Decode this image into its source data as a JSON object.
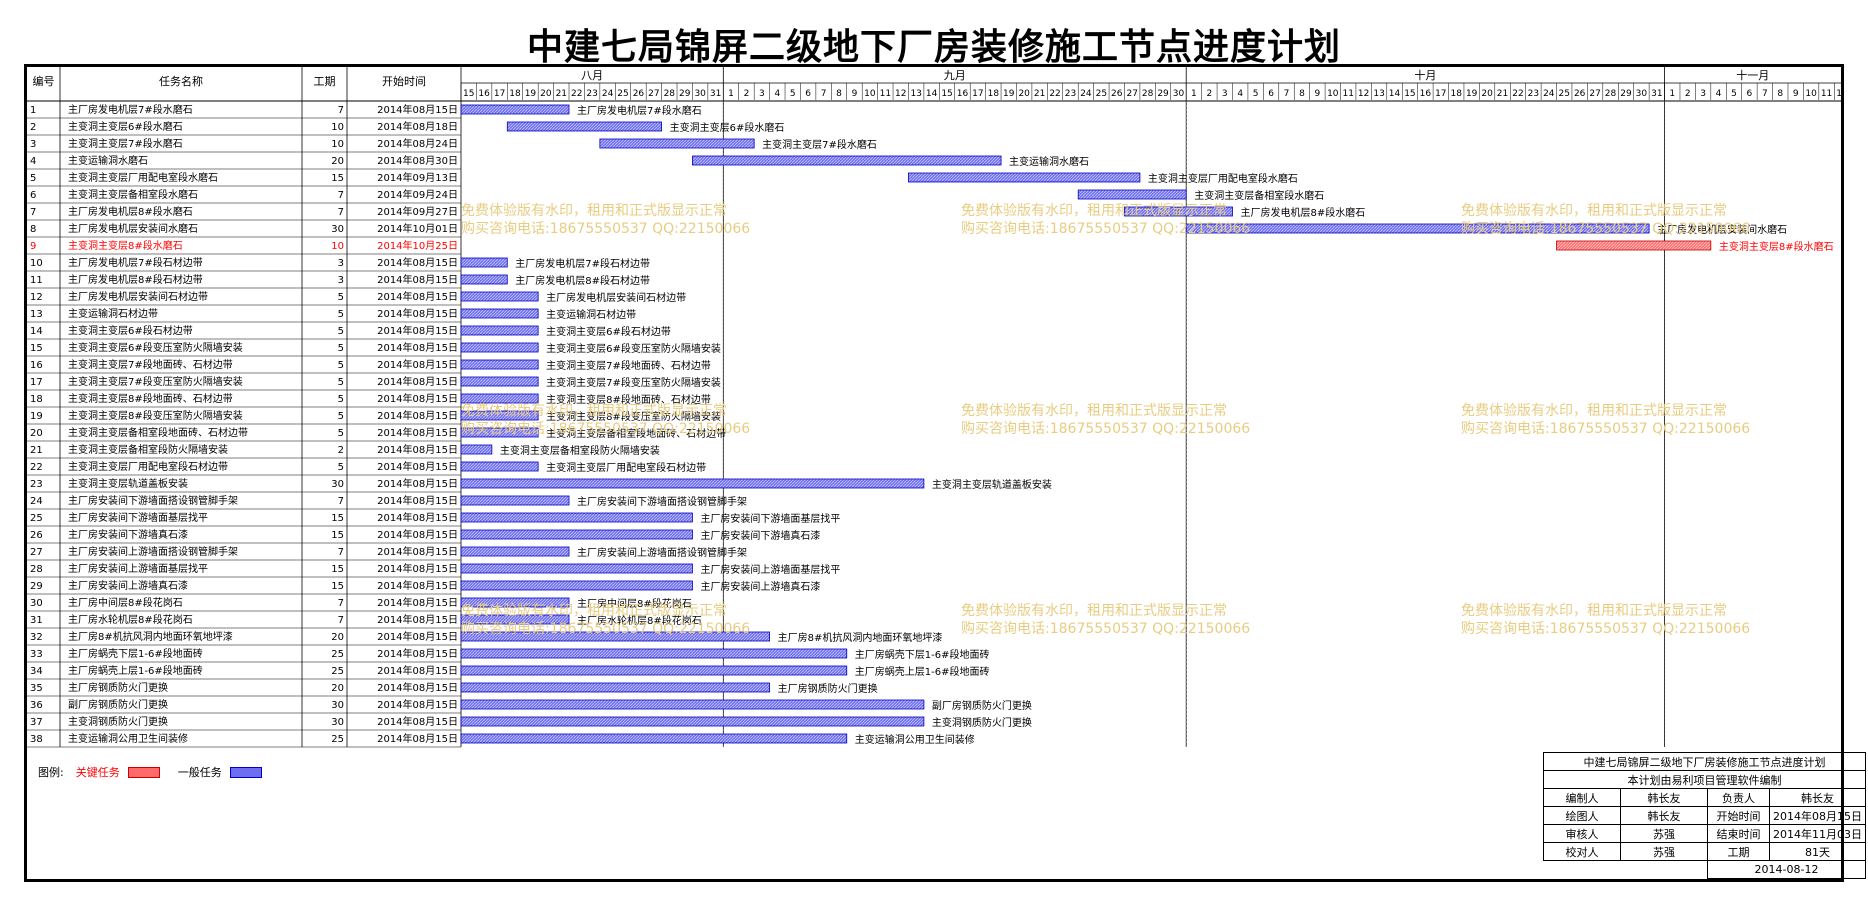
{
  "title": "中建七局锦屏二级地下厂房装修施工节点进度计划",
  "columns": {
    "num": "编号",
    "name": "任务名称",
    "dur": "工期",
    "start": "开始时间"
  },
  "months": [
    "八月",
    "九月",
    "十月",
    "十一月"
  ],
  "colors": {
    "critical": "#ff6b6b",
    "critical_text": "#ff0000",
    "normal": "#6e6ef0",
    "watermark": "#e8cc80"
  },
  "chart_data": {
    "type": "gantt",
    "timeline_start": "2014-08-15",
    "timeline_end": "2014-11-13",
    "tasks": [
      {
        "id": "1",
        "name": "主厂房发电机层7#段水磨石",
        "dur": 7,
        "start": "2014年08月15日",
        "date": "2014-08-15",
        "critical": false
      },
      {
        "id": "2",
        "name": "主变洞主变层6#段水磨石",
        "dur": 10,
        "start": "2014年08月18日",
        "date": "2014-08-18",
        "critical": false
      },
      {
        "id": "3",
        "name": "主变洞主变层7#段水磨石",
        "dur": 10,
        "start": "2014年08月24日",
        "date": "2014-08-24",
        "critical": false
      },
      {
        "id": "4",
        "name": "主变运输洞水磨石",
        "dur": 20,
        "start": "2014年08月30日",
        "date": "2014-08-30",
        "critical": false
      },
      {
        "id": "5",
        "name": "主变洞主变层厂用配电室段水磨石",
        "dur": 15,
        "start": "2014年09月13日",
        "date": "2014-09-13",
        "critical": false
      },
      {
        "id": "6",
        "name": "主变洞主变层备相室段水磨石",
        "dur": 7,
        "start": "2014年09月24日",
        "date": "2014-09-24",
        "critical": false
      },
      {
        "id": "7",
        "name": "主厂房发电机层8#段水磨石",
        "dur": 7,
        "start": "2014年09月27日",
        "date": "2014-09-27",
        "critical": false
      },
      {
        "id": "8",
        "name": "主厂房发电机层安装间水磨石",
        "dur": 30,
        "start": "2014年10月01日",
        "date": "2014-10-01",
        "critical": false
      },
      {
        "id": "9",
        "name": "主变洞主变层8#段水磨石",
        "dur": 10,
        "start": "2014年10月25日",
        "date": "2014-10-25",
        "critical": true
      },
      {
        "id": "10",
        "name": "主厂房发电机层7#段石材边带",
        "dur": 3,
        "start": "2014年08月15日",
        "date": "2014-08-15",
        "critical": false
      },
      {
        "id": "11",
        "name": "主厂房发电机层8#段石材边带",
        "dur": 3,
        "start": "2014年08月15日",
        "date": "2014-08-15",
        "critical": false
      },
      {
        "id": "12",
        "name": "主厂房发电机层安装间石材边带",
        "dur": 5,
        "start": "2014年08月15日",
        "date": "2014-08-15",
        "critical": false
      },
      {
        "id": "13",
        "name": "主变运输洞石材边带",
        "dur": 5,
        "start": "2014年08月15日",
        "date": "2014-08-15",
        "critical": false
      },
      {
        "id": "14",
        "name": "主变洞主变层6#段石材边带",
        "dur": 5,
        "start": "2014年08月15日",
        "date": "2014-08-15",
        "critical": false
      },
      {
        "id": "15",
        "name": "主变洞主变层6#段变压室防火隔墙安装",
        "dur": 5,
        "start": "2014年08月15日",
        "date": "2014-08-15",
        "critical": false
      },
      {
        "id": "16",
        "name": "主变洞主变层7#段地面砖、石材边带",
        "dur": 5,
        "start": "2014年08月15日",
        "date": "2014-08-15",
        "critical": false
      },
      {
        "id": "17",
        "name": "主变洞主变层7#段变压室防火隔墙安装",
        "dur": 5,
        "start": "2014年08月15日",
        "date": "2014-08-15",
        "critical": false
      },
      {
        "id": "18",
        "name": "主变洞主变层8#段地面砖、石材边带",
        "dur": 5,
        "start": "2014年08月15日",
        "date": "2014-08-15",
        "critical": false
      },
      {
        "id": "19",
        "name": "主变洞主变层8#段变压室防火隔墙安装",
        "dur": 5,
        "start": "2014年08月15日",
        "date": "2014-08-15",
        "critical": false
      },
      {
        "id": "20",
        "name": "主变洞主变层备相室段地面砖、石材边带",
        "dur": 5,
        "start": "2014年08月15日",
        "date": "2014-08-15",
        "critical": false
      },
      {
        "id": "21",
        "name": "主变洞主变层备相室段防火隔墙安装",
        "dur": 2,
        "start": "2014年08月15日",
        "date": "2014-08-15",
        "critical": false
      },
      {
        "id": "22",
        "name": "主变洞主变层厂用配电室段石材边带",
        "dur": 5,
        "start": "2014年08月15日",
        "date": "2014-08-15",
        "critical": false
      },
      {
        "id": "23",
        "name": "主变洞主变层轨道盖板安装",
        "dur": 30,
        "start": "2014年08月15日",
        "date": "2014-08-15",
        "critical": false
      },
      {
        "id": "24",
        "name": "主厂房安装间下游墙面搭设钢管脚手架",
        "dur": 7,
        "start": "2014年08月15日",
        "date": "2014-08-15",
        "critical": false
      },
      {
        "id": "25",
        "name": "主厂房安装间下游墙面基层找平",
        "dur": 15,
        "start": "2014年08月15日",
        "date": "2014-08-15",
        "critical": false
      },
      {
        "id": "26",
        "name": "主厂房安装间下游墙真石漆",
        "dur": 15,
        "start": "2014年08月15日",
        "date": "2014-08-15",
        "critical": false
      },
      {
        "id": "27",
        "name": "主厂房安装间上游墙面搭设钢管脚手架",
        "dur": 7,
        "start": "2014年08月15日",
        "date": "2014-08-15",
        "critical": false
      },
      {
        "id": "28",
        "name": "主厂房安装间上游墙面基层找平",
        "dur": 15,
        "start": "2014年08月15日",
        "date": "2014-08-15",
        "critical": false
      },
      {
        "id": "29",
        "name": "主厂房安装间上游墙真石漆",
        "dur": 15,
        "start": "2014年08月15日",
        "date": "2014-08-15",
        "critical": false
      },
      {
        "id": "30",
        "name": "主厂房中间层8#段花岗石",
        "dur": 7,
        "start": "2014年08月15日",
        "date": "2014-08-15",
        "critical": false
      },
      {
        "id": "31",
        "name": "主厂房水轮机层8#段花岗石",
        "dur": 7,
        "start": "2014年08月15日",
        "date": "2014-08-15",
        "critical": false
      },
      {
        "id": "32",
        "name": "主厂房8#机抗风洞内地面环氧地坪漆",
        "dur": 20,
        "start": "2014年08月15日",
        "date": "2014-08-15",
        "critical": false
      },
      {
        "id": "33",
        "name": "主厂房蜗壳下层1-6#段地面砖",
        "dur": 25,
        "start": "2014年08月15日",
        "date": "2014-08-15",
        "critical": false
      },
      {
        "id": "34",
        "name": "主厂房蜗壳上层1-6#段地面砖",
        "dur": 25,
        "start": "2014年08月15日",
        "date": "2014-08-15",
        "critical": false
      },
      {
        "id": "35",
        "name": "主厂房钢质防火门更换",
        "dur": 20,
        "start": "2014年08月15日",
        "date": "2014-08-15",
        "critical": false
      },
      {
        "id": "36",
        "name": "副厂房钢质防火门更换",
        "dur": 30,
        "start": "2014年08月15日",
        "date": "2014-08-15",
        "critical": false
      },
      {
        "id": "37",
        "name": "主变洞钢质防火门更换",
        "dur": 30,
        "start": "2014年08月15日",
        "date": "2014-08-15",
        "critical": false
      },
      {
        "id": "38",
        "name": "主变运输洞公用卫生间装修",
        "dur": 25,
        "start": "2014年08月15日",
        "date": "2014-08-15",
        "critical": false
      }
    ]
  },
  "watermark": {
    "line1": "免费体验版有水印，租用和正式版显示正常",
    "line2": "购买咨询电话:18675550537 QQ:22150066"
  },
  "legend": {
    "label": "图例:",
    "critical": "关键任务",
    "normal": "一般任务"
  },
  "info": {
    "title": "中建七局锦屏二级地下厂房装修施工节点进度计划",
    "subtitle": "本计划由易利项目管理软件编制",
    "rows": [
      [
        "编制人",
        "韩长友",
        "负责人",
        "韩长友"
      ],
      [
        "绘图人",
        "韩长友",
        "开始时间",
        "2014年08月15日"
      ],
      [
        "审核人",
        "苏强",
        "结束时间",
        "2014年11月03日"
      ],
      [
        "校对人",
        "苏强",
        "工期",
        "81天"
      ]
    ],
    "date": "2014-08-12"
  }
}
